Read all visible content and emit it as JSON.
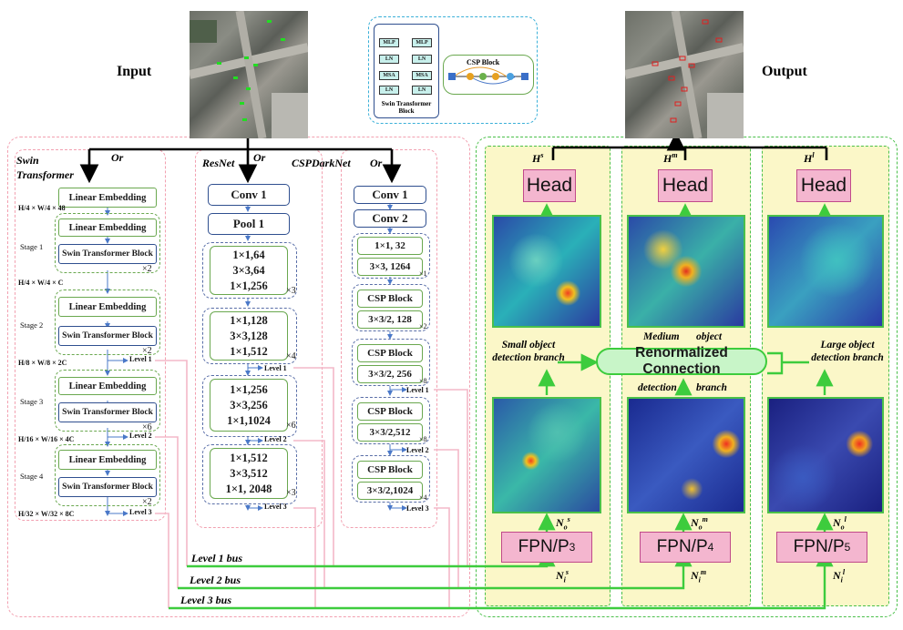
{
  "labels": {
    "input": "Input",
    "output": "Output",
    "or": "Or",
    "swin_title": "Swin Transformer",
    "resnet_title": "ResNet",
    "csp_title": "CSPDarkNet",
    "legend_swin_block": "Swin Transformer Block",
    "legend_csp_block": "CSP Block",
    "legend_mlp": "MLP",
    "legend_ln": "LN",
    "legend_msa": "MSA"
  },
  "swin": {
    "dim0": "H/4 × W/4 × 48",
    "dim1": "H/4 × W/4 × C",
    "dim2": "H/8 × W/8 × 2C",
    "dim3": "H/16 × W/16 × 4C",
    "dim4": "H/32 × W/32 × 8C",
    "linear": "Linear Embedding",
    "block": "Swin Transformer Block",
    "stage1": "Stage 1",
    "stage2": "Stage 2",
    "stage3": "Stage 3",
    "stage4": "Stage 4",
    "x2": "×2",
    "x6": "×6",
    "level1": "Level 1",
    "level2": "Level 2",
    "level3": "Level 3"
  },
  "resnet": {
    "conv1": "Conv 1",
    "pool1": "Pool 1",
    "b1": [
      "1×1,64",
      "3×3,64",
      "1×1,256"
    ],
    "b2": [
      "1×1,128",
      "3×3,128",
      "1×1,512"
    ],
    "b3": [
      "1×1,256",
      "3×3,256",
      "1×1,1024"
    ],
    "b4": [
      "1×1,512",
      "3×3,512",
      "1×1, 2048"
    ],
    "x3": "×3",
    "x4": "×4",
    "x6": "×6",
    "level1": "Level 1",
    "level2": "Level 2",
    "level3": "Level 3"
  },
  "csp": {
    "conv1": "Conv 1",
    "conv2": "Conv 2",
    "s0a": "1×1, 32",
    "s0b": "3×3, 1264",
    "block": "CSP Block",
    "s1": "3×3/2, 128",
    "s2": "3×3/2, 256",
    "s3": "3×3/2,512",
    "s4": "3×3/2,1024",
    "x1": "×1",
    "x2": "×2",
    "x8": "×8",
    "x4": "×4",
    "level1": "Level 1",
    "level2": "Level 2",
    "level3": "Level 3"
  },
  "detect": {
    "head": "Head",
    "hs": "H",
    "hs_sup": "s",
    "hm_sup": "m",
    "hl_sup": "l",
    "fpn3": "FPN/P",
    "fpn3_sub": "3",
    "fpn4_sub": "4",
    "fpn5_sub": "5",
    "n": "N",
    "no": "o",
    "ni": "i",
    "renorm": "Renormalized Connection",
    "small_branch": "Small object detection branch",
    "medium": "Medium",
    "object": "object",
    "detection": "detection",
    "branch": "branch",
    "large_branch": "Large object detection branch"
  },
  "buses": {
    "level1": "Level 1 bus",
    "level2": "Level 2 bus",
    "level3": "Level 3 bus"
  },
  "colors": {
    "green": "#4ac04a",
    "pink_line": "#f4b8c8",
    "head_fill": "#f4b6cf",
    "panel_fill": "#fbf7c8"
  }
}
